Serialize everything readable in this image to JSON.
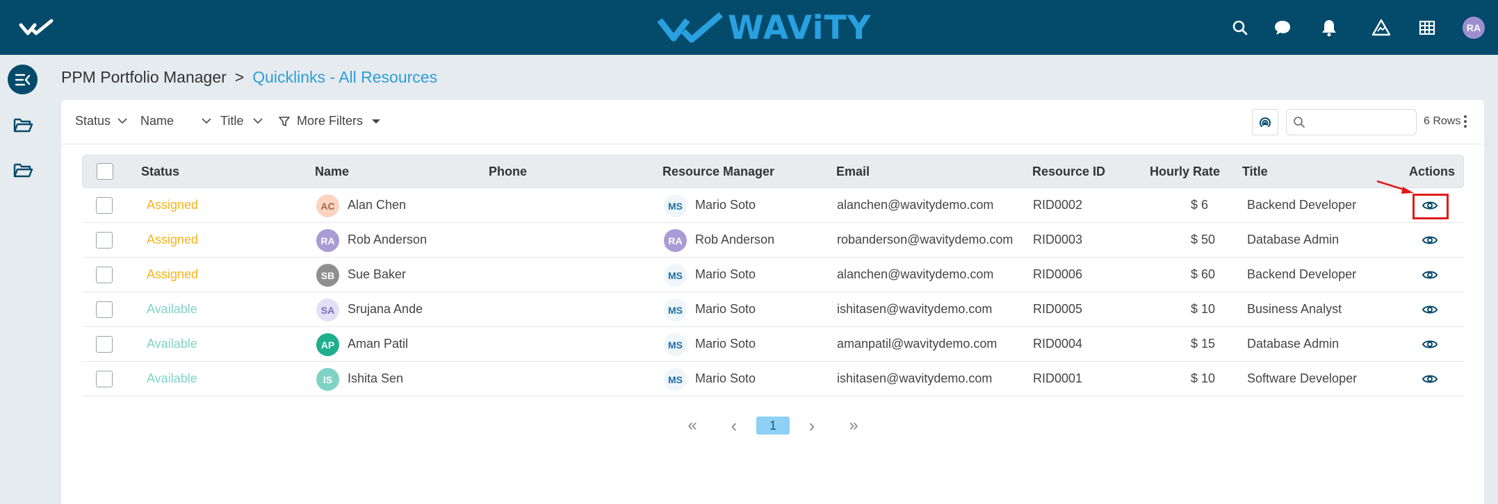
{
  "header": {
    "brand": "WAViTY",
    "avatar_initials": "RA",
    "icons": [
      "search-icon",
      "chat-icon",
      "bell-icon",
      "alert-triangle-icon",
      "grid-icon"
    ],
    "bg_color": "#034a6b",
    "brand_color": "#29a0e0"
  },
  "breadcrumb": {
    "root": "PPM Portfolio Manager",
    "separator": ">",
    "current": "Quicklinks - All Resources"
  },
  "filters": {
    "status": "Status",
    "name": "Name",
    "title": "Title",
    "more": "More Filters",
    "search_placeholder": "",
    "rows_count": "6 Rows"
  },
  "table": {
    "columns": [
      "Status",
      "Name",
      "Phone",
      "Resource Manager",
      "Email",
      "Resource ID",
      "Hourly Rate",
      "Title",
      "Actions"
    ],
    "rows": [
      {
        "status": "Assigned",
        "name": "Alan Chen",
        "initials": "AC",
        "phone": "",
        "manager": "Mario Soto",
        "manager_initials": "MS",
        "email": "alanchen@wavitydemo.com",
        "resource_id": "RID0002",
        "rate": "$ 6",
        "title": "Backend Developer"
      },
      {
        "status": "Assigned",
        "name": "Rob Anderson",
        "initials": "RA",
        "phone": "",
        "manager": "Rob Anderson",
        "manager_initials": "RA",
        "email": "robanderson@wavitydemo.com",
        "resource_id": "RID0003",
        "rate": "$ 50",
        "title": "Database Admin"
      },
      {
        "status": "Assigned",
        "name": "Sue Baker",
        "initials": "SB",
        "phone": "",
        "manager": "Mario Soto",
        "manager_initials": "MS",
        "email": "alanchen@wavitydemo.com",
        "resource_id": "RID0006",
        "rate": "$ 60",
        "title": "Backend Developer"
      },
      {
        "status": "Available",
        "name": "Srujana Ande",
        "initials": "SA",
        "phone": "",
        "manager": "Mario Soto",
        "manager_initials": "MS",
        "email": "ishitasen@wavitydemo.com",
        "resource_id": "RID0005",
        "rate": "$ 10",
        "title": "Business Analyst"
      },
      {
        "status": "Available",
        "name": "Aman Patil",
        "initials": "AP",
        "phone": "",
        "manager": "Mario Soto",
        "manager_initials": "MS",
        "email": "amanpatil@wavitydemo.com",
        "resource_id": "RID0004",
        "rate": "$ 15",
        "title": "Database Admin"
      },
      {
        "status": "Available",
        "name": "Ishita Sen",
        "initials": "IS",
        "phone": "",
        "manager": "Mario Soto",
        "manager_initials": "MS",
        "email": "ishitasen@wavitydemo.com",
        "resource_id": "RID0001",
        "rate": "$ 10",
        "title": "Software Developer"
      }
    ]
  },
  "pagination": {
    "first": "«",
    "prev": "‹",
    "current_page": "1",
    "next": "›",
    "last": "»"
  },
  "colors": {
    "assigned": "#f5b31b",
    "available": "#7fd3c5",
    "link": "#2e9dd3",
    "highlight": "#e01a1a"
  }
}
